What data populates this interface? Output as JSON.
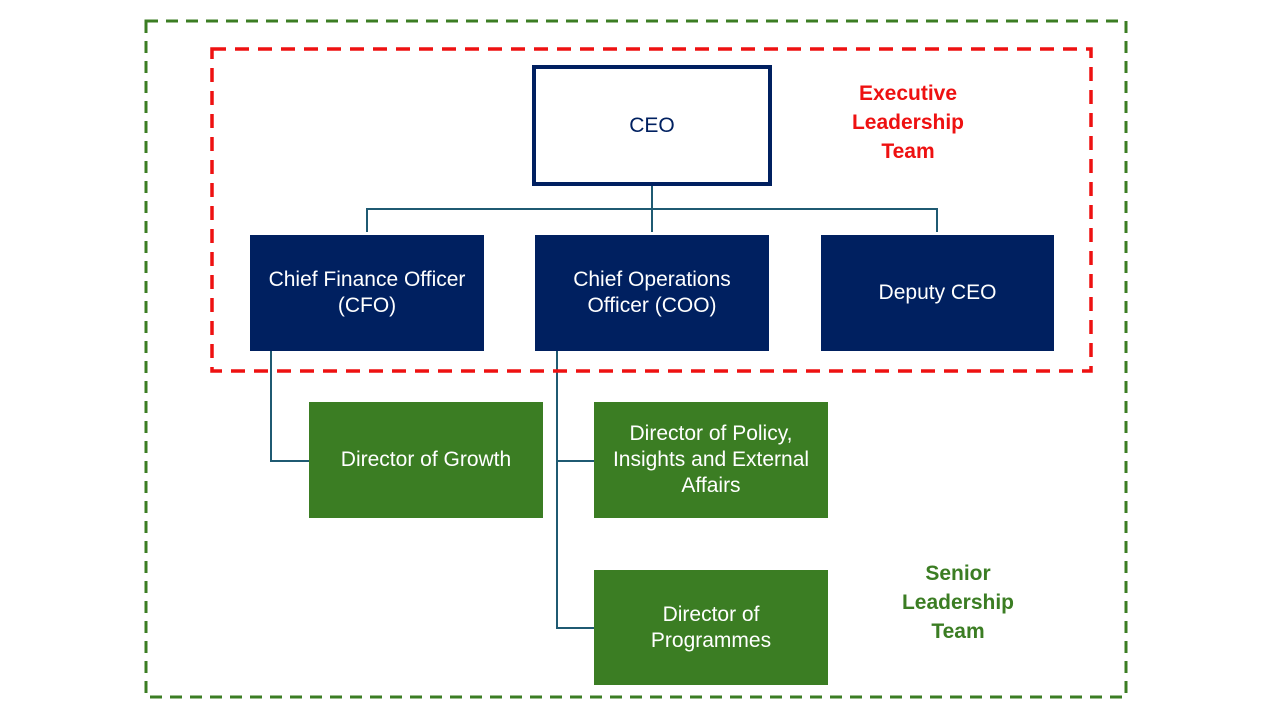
{
  "groups": {
    "executive": {
      "label_lines": [
        "Executive",
        "Leadership",
        "Team"
      ],
      "color": "#EE1111"
    },
    "senior": {
      "label_lines": [
        "Senior",
        "Leadership",
        "Team"
      ],
      "color": "#3B7D23"
    }
  },
  "roles": {
    "ceo": {
      "lines": [
        "CEO"
      ]
    },
    "cfo": {
      "lines": [
        "Chief Finance Officer",
        "(CFO)"
      ]
    },
    "coo": {
      "lines": [
        "Chief Operations",
        "Officer (COO)"
      ]
    },
    "deputy": {
      "lines": [
        "Deputy CEO"
      ]
    },
    "growth": {
      "lines": [
        "Director of Growth"
      ]
    },
    "policy": {
      "lines": [
        "Director of Policy,",
        "Insights and External",
        "Affairs"
      ]
    },
    "programmes": {
      "lines": [
        "Director of",
        "Programmes"
      ]
    }
  },
  "colors": {
    "navy": "#002060",
    "green": "#3B7D23",
    "connector": "#1F5A72"
  }
}
